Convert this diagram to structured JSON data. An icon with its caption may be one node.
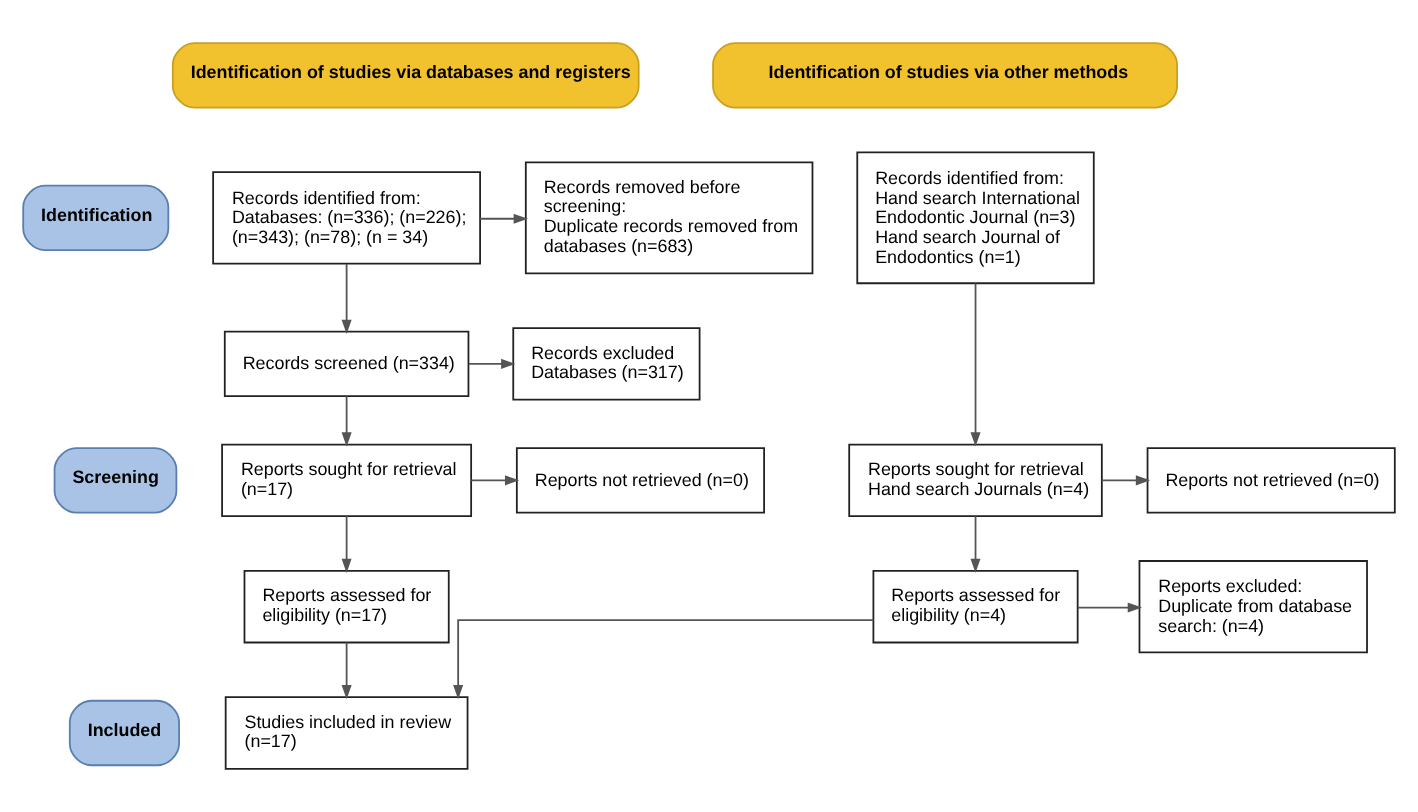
{
  "diagram": {
    "nodes": [
      {
        "text": [
          "Identification of studies via databases and registers"
        ]
      },
      {
        "text": [
          "Identification of studies via other methods"
        ]
      },
      {
        "text": [
          "Identification"
        ]
      },
      {
        "text": [
          "Records identified from:",
          "Databases: (n=336); (n=226); (n=343); (n=78); (n = 34)"
        ]
      },
      {
        "text": [
          "Records identified from:",
          "Hand search International Endodontic Journal (n=3)",
          "Hand search Journal of Endodontics (n=1)"
        ]
      },
      {
        "text": [
          "Records removed before screening:",
          "Duplicate records removed from databases (n=683)"
        ]
      },
      {
        "text": [
          "Screening"
        ]
      },
      {
        "text": [
          "Records screened (n=334)"
        ]
      },
      {
        "text": [
          "Records excluded",
          "Databases (n=317)"
        ]
      },
      {
        "text": [
          "Reports sought for retrieval (n=17)"
        ]
      },
      {
        "text": [
          "Reports not retrieved (n=0)"
        ]
      },
      {
        "text": [
          "Reports sought for retrieval",
          "Hand search Journals (n=4)"
        ]
      },
      {
        "text": [
          "Reports not retrieved (n=0)"
        ]
      },
      {
        "text": [
          "Reports assessed for eligibility (n=17)"
        ]
      },
      {
        "text": [
          "Reports assessed for eligibility (n=4)"
        ]
      },
      {
        "text": [
          "Reports excluded:",
          "Duplicate from database search: (n=4)"
        ]
      },
      {
        "text": [
          "Included"
        ]
      },
      {
        "text": [
          "Studies included in review (n=17)"
        ]
      }
    ],
    "edges": [
      {
        "from": 3,
        "to": 5,
        "arrow": "to"
      },
      {
        "from": 3,
        "to": 7,
        "arrow": "to"
      },
      {
        "from": 7,
        "to": 8,
        "arrow": "to"
      },
      {
        "from": 7,
        "to": 9,
        "arrow": "to"
      },
      {
        "from": 9,
        "to": 10,
        "arrow": "to"
      },
      {
        "from": 9,
        "to": 13,
        "arrow": "to"
      },
      {
        "from": 13,
        "to": 17,
        "arrow": "to"
      },
      {
        "from": 4,
        "to": 11,
        "arrow": "to"
      },
      {
        "from": 11,
        "to": 12,
        "arrow": "to"
      },
      {
        "from": 11,
        "to": 14,
        "arrow": "to"
      },
      {
        "from": 14,
        "to": 15,
        "arrow": "to"
      },
      {
        "from": 14,
        "to": 17,
        "arrow": "to"
      }
    ]
  }
}
